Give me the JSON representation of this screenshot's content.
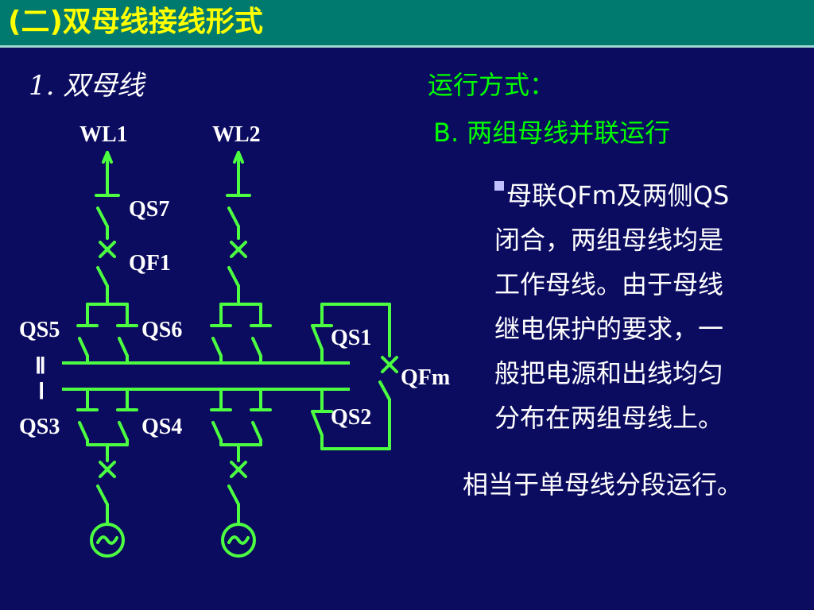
{
  "title": "(二)双母线接线形式",
  "section_label": "1.  双母线",
  "mode_heading": "运行方式：",
  "mode_option": "B.  两组母线并联运行",
  "description_lines": [
    "母联QFm及两侧QS",
    "闭合，两组母线均是",
    "工作母线。由于母线",
    "继电保护的要求，一",
    "般把电源和出线均匀",
    "分布在两组母线上。"
  ],
  "summary": "相当于单母线分段运行。",
  "diagram": {
    "labels": {
      "wl1": "WL1",
      "wl2": "WL2",
      "qs7": "QS7",
      "qf1": "QF1",
      "qs5": "QS5",
      "qs6": "QS6",
      "qs3": "QS3",
      "qs4": "QS4",
      "qs1": "QS1",
      "qs2": "QS2",
      "qfm": "QFm",
      "bus2": "Ⅱ",
      "bus1": "Ⅰ"
    },
    "line_color": "#4cff40"
  },
  "colors": {
    "background": "#0b0b60",
    "title_bar": "#007a6e",
    "title_text": "#ffff00",
    "heading_green": "#00ff00",
    "body_text": "#ffffff"
  }
}
